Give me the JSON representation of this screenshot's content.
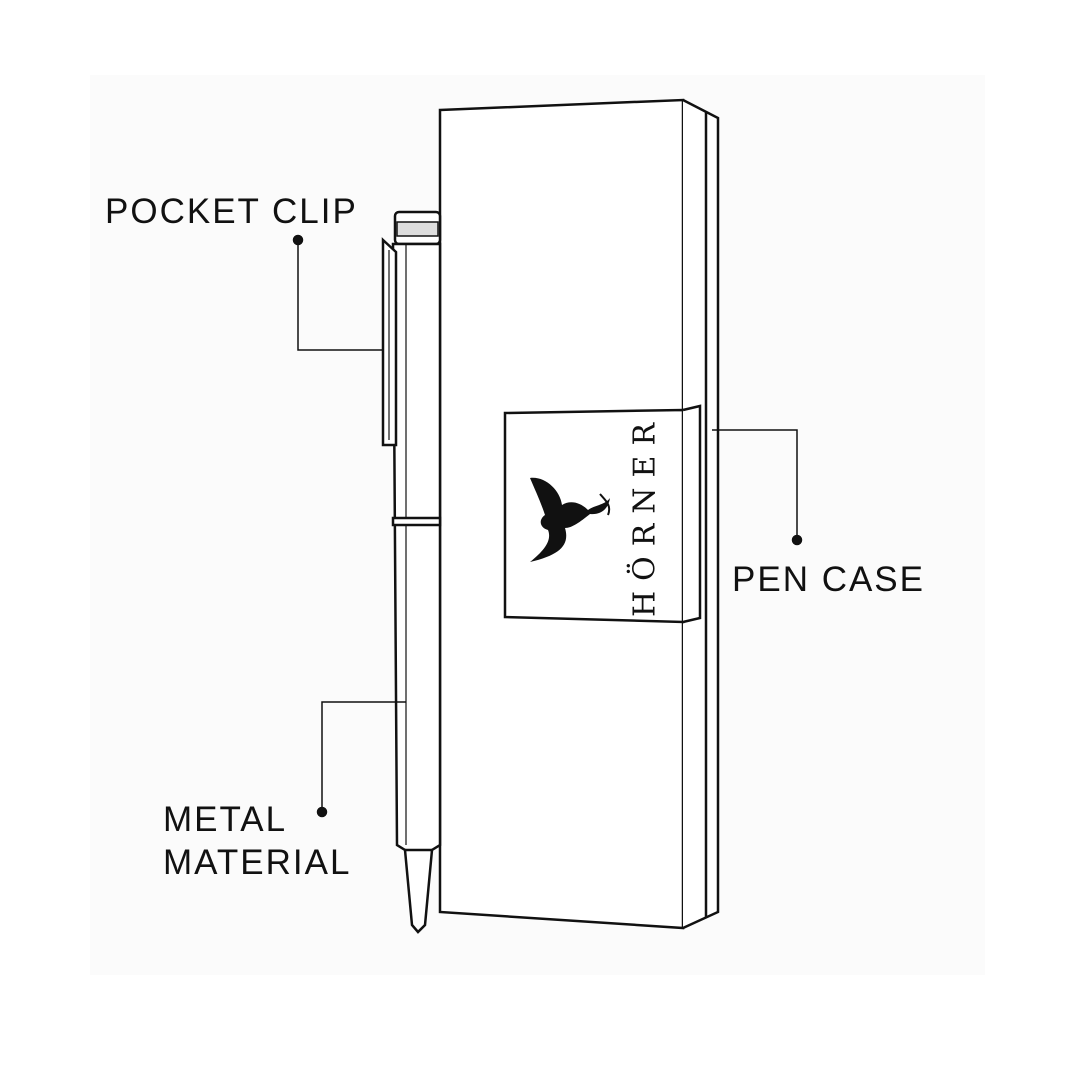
{
  "callouts": {
    "pocket_clip": "POCKET CLIP",
    "metal_material_line1": "METAL",
    "metal_material_line2": "MATERIAL",
    "pen_case": "PEN CASE"
  },
  "brand": {
    "name": "HÖRNER",
    "logo_icon": "phoenix-icon"
  },
  "colors": {
    "line": "#111111",
    "panel": "#fbfbfb"
  }
}
